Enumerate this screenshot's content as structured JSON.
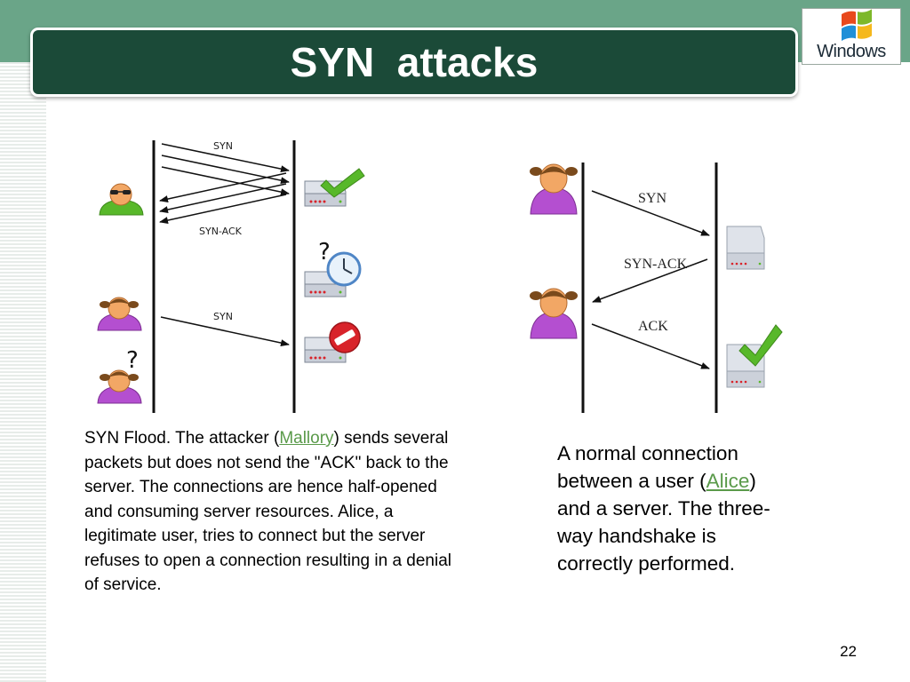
{
  "slide": {
    "title": "SYN  attacks",
    "page_number": "22",
    "colors": {
      "header_band": "#6aa588",
      "title_bar": "#1b4a38",
      "title_text": "#ffffff",
      "link": "#5a9a4a",
      "check": "#58b82a",
      "deny": "#d8232a",
      "attacker_shirt": "#58b82a",
      "user_shirt": "#b44fd0"
    }
  },
  "logo": {
    "text": "Windows",
    "icon": "windows-flag-icon"
  },
  "diagram_flood": {
    "labels": {
      "syn_top": "SYN",
      "syn_ack": "SYN-ACK",
      "syn_user": "SYN"
    },
    "marks": {
      "question_server": "?",
      "question_user": "?"
    },
    "icons": [
      "attacker-icon",
      "user-icon",
      "server-icon",
      "checkmark-icon",
      "clock-icon",
      "deny-icon",
      "question-mark-icon"
    ]
  },
  "diagram_handshake": {
    "labels": {
      "syn": "SYN",
      "syn_ack": "SYN-ACK",
      "ack": "ACK"
    },
    "icons": [
      "user-icon",
      "server-icon",
      "checkmark-icon"
    ]
  },
  "captions": {
    "left": {
      "before_link": "SYN Flood. The attacker (",
      "link": "Mallory",
      "after_link": ") sends several packets but does not send the \"ACK\" back to the server. The connections are hence half-opened and consuming server resources. Alice, a legitimate user, tries to connect but the server refuses to open a connection resulting in a denial of service."
    },
    "right": {
      "before_link": "A normal connection between a user (",
      "link": "Alice",
      "after_link": ") and a server. The three-way handshake is correctly performed."
    }
  }
}
